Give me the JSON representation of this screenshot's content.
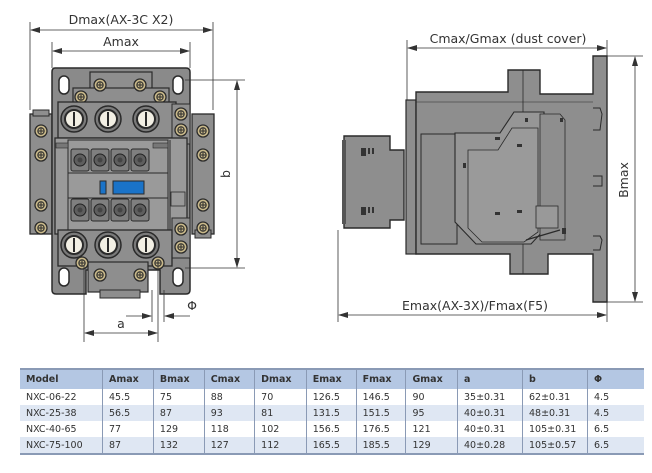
{
  "front_view": {
    "dim_top_outer": "Dmax(AX-3C X2)",
    "dim_top_inner": "Amax",
    "dim_right": "b",
    "dim_bottom": "a",
    "dim_hole": "Φ"
  },
  "side_view": {
    "dim_top": "Cmax/Gmax (dust cover)",
    "dim_right": "Bmax",
    "dim_bottom": "Emax(AX-3X)/Fmax(F5)"
  },
  "colors": {
    "body": "#8e8e8e",
    "body_dark": "#6f6f6f",
    "outline": "#2a2a2a",
    "label_blue": "#1a73c8",
    "table_header": "#b4c7e3",
    "table_alt_row": "#dfe7f3"
  },
  "table": {
    "headers": [
      "Model",
      "Amax",
      "Bmax",
      "Cmax",
      "Dmax",
      "Emax",
      "Fmax",
      "Gmax",
      "a",
      "b",
      "Φ"
    ],
    "rows": [
      [
        "NXC-06-22",
        "45.5",
        "75",
        "88",
        "70",
        "126.5",
        "146.5",
        "90",
        "35±0.31",
        "62±0.31",
        "4.5"
      ],
      [
        "NXC-25-38",
        "56.5",
        "87",
        "93",
        "81",
        "131.5",
        "151.5",
        "95",
        "40±0.31",
        "48±0.31",
        "4.5"
      ],
      [
        "NXC-40-65",
        "77",
        "129",
        "118",
        "102",
        "156.5",
        "176.5",
        "121",
        "40±0.31",
        "105±0.31",
        "6.5"
      ],
      [
        "NXC-75-100",
        "87",
        "132",
        "127",
        "112",
        "165.5",
        "185.5",
        "129",
        "40±0.28",
        "105±0.57",
        "6.5"
      ]
    ]
  }
}
